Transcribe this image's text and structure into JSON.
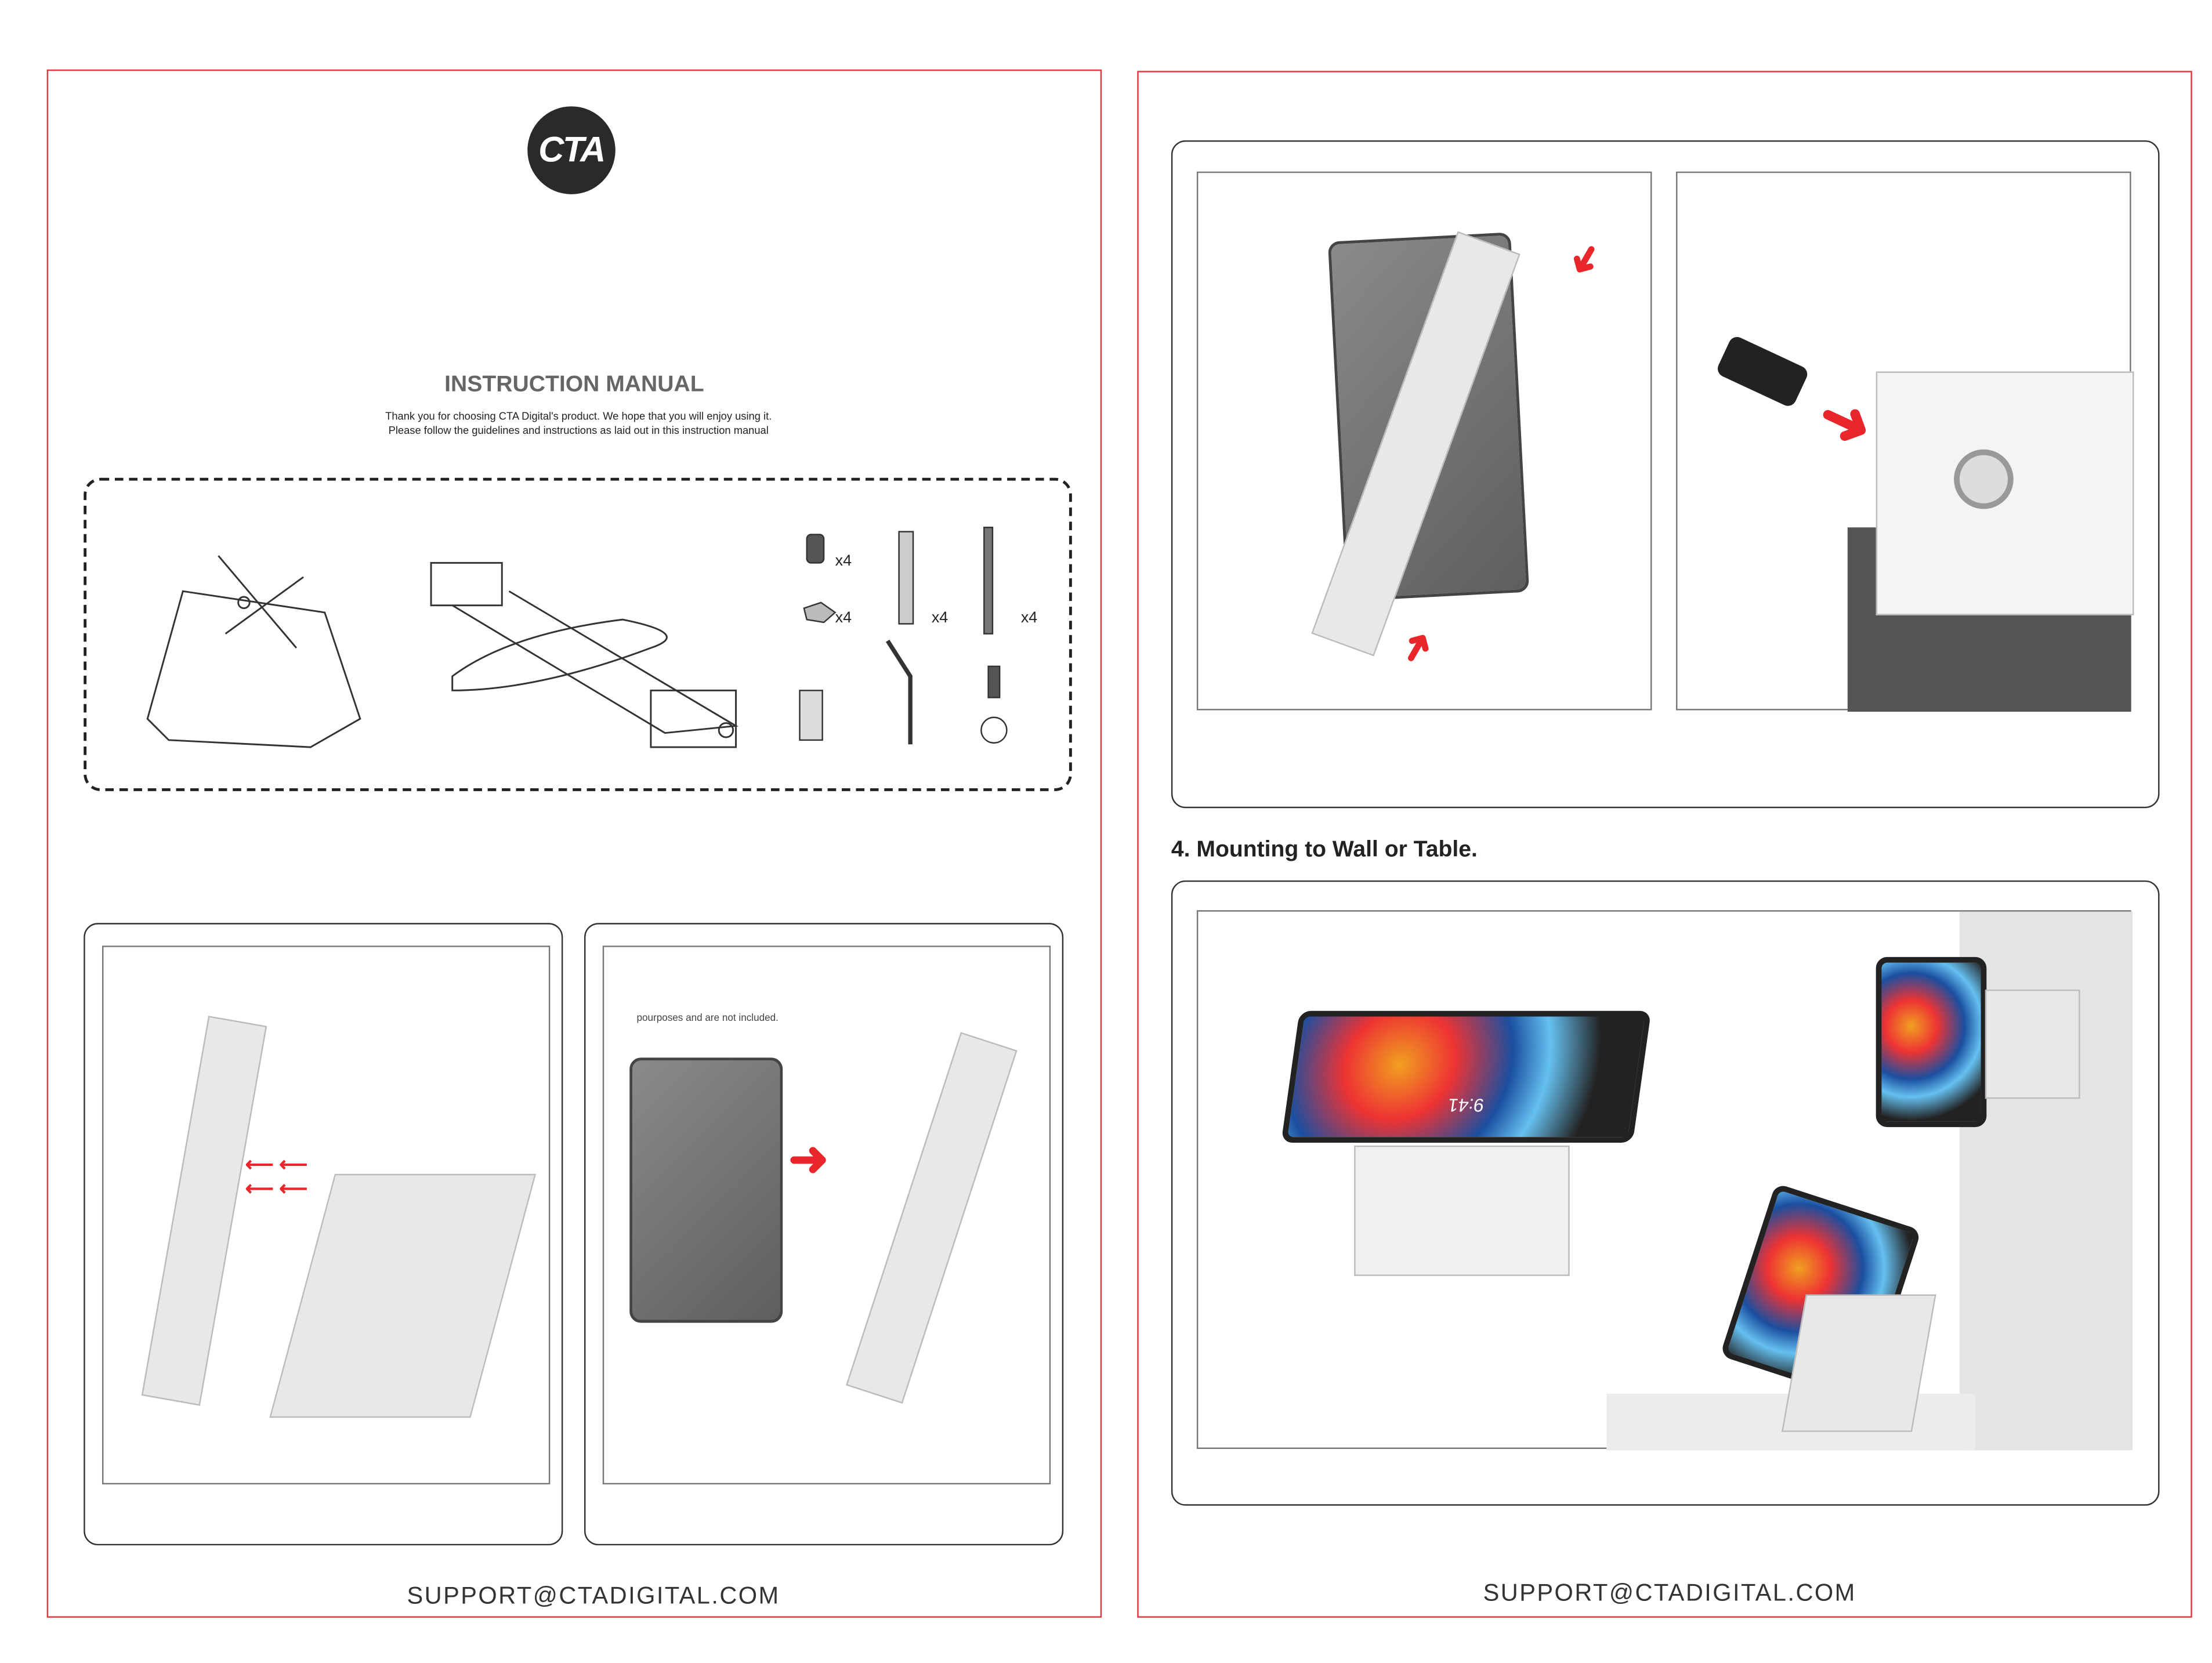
{
  "left_page": {
    "logo_text": "CTA",
    "title": "INSTRUCTION MANUAL",
    "intro_line1": "Thank you for choosing CTA Digital's product. We hope that you will enjoy using it.",
    "intro_line2": "Please follow the guidelines and instructions as laid out in this instruction manual",
    "parts": {
      "screw_qty": "x4",
      "nut_qty": "x4",
      "anchor_qty": "x4",
      "long_screw_qty": "x4"
    },
    "panel2_note": "pourposes and are not included.",
    "footer": "SUPPORT@CTADIGITAL.COM"
  },
  "right_page": {
    "section_heading": "4. Mounting to Wall or Table.",
    "tablet_time": "9:41",
    "footer": "SUPPORT@CTADIGITAL.COM"
  },
  "colors": {
    "border": "#e0383e",
    "arrow": "#e8262c"
  }
}
